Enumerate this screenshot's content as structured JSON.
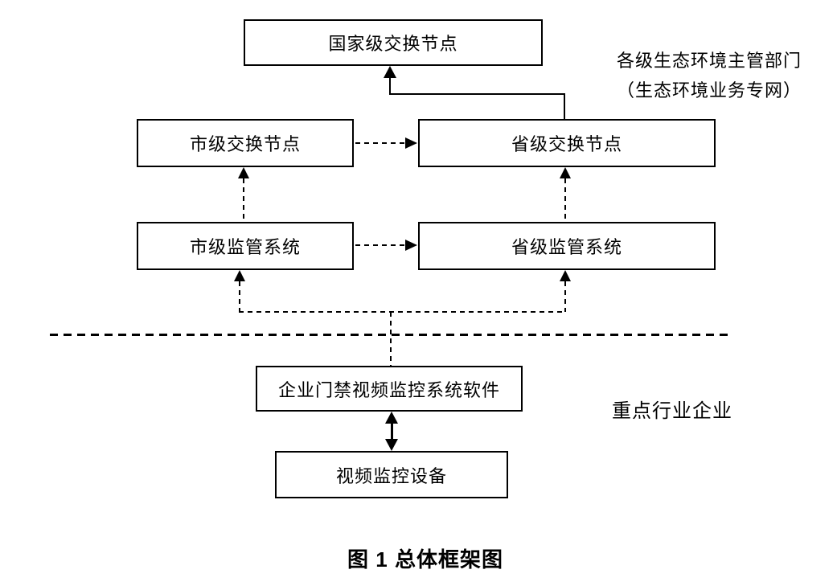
{
  "diagram": {
    "caption": "图 1 总体框架图",
    "nodes": {
      "national_exchange": {
        "label": "国家级交换节点"
      },
      "city_exchange": {
        "label": "市级交换节点"
      },
      "province_exchange": {
        "label": "省级交换节点"
      },
      "city_supervision": {
        "label": "市级监管系统"
      },
      "province_supervision": {
        "label": "省级监管系统"
      },
      "enterprise_software": {
        "label": "企业门禁视频监控系统软件"
      },
      "video_device": {
        "label": "视频监控设备"
      }
    },
    "annotations": {
      "gov_zone_line1": "各级生态环境主管部门",
      "gov_zone_line2": "（生态环境业务专网）",
      "enterprise_zone": "重点行业企业"
    },
    "edges": [
      {
        "from": "province_exchange",
        "to": "national_exchange",
        "style": "solid",
        "direction": "up"
      },
      {
        "from": "city_exchange",
        "to": "province_exchange",
        "style": "dashed",
        "direction": "right"
      },
      {
        "from": "city_supervision",
        "to": "province_supervision",
        "style": "dashed",
        "direction": "right"
      },
      {
        "from": "city_supervision",
        "to": "city_exchange",
        "style": "dashed",
        "direction": "up"
      },
      {
        "from": "province_supervision",
        "to": "province_exchange",
        "style": "dashed",
        "direction": "up"
      },
      {
        "from": "enterprise_software",
        "to": "city_supervision",
        "style": "dashed",
        "direction": "up"
      },
      {
        "from": "enterprise_software",
        "to": "province_supervision",
        "style": "dashed",
        "direction": "up"
      },
      {
        "from": "enterprise_software",
        "to": "video_device",
        "style": "solid",
        "direction": "both"
      }
    ],
    "divider": {
      "style": "dashed",
      "orientation": "horizontal"
    },
    "colors": {
      "line": "#000000",
      "background": "#ffffff",
      "box_fill": "#ffffff",
      "text": "#000000"
    }
  }
}
